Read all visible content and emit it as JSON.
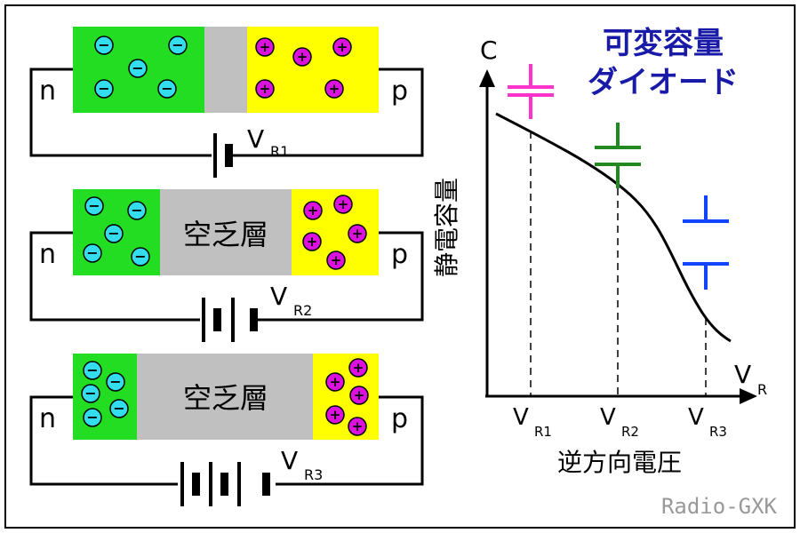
{
  "title": {
    "line1": "可変容量",
    "line2": "ダイオード",
    "color": "#1a1aa8"
  },
  "colors": {
    "n_region": "#22dd22",
    "p_region": "#ffff00",
    "depletion": "#c0c0c0",
    "electron": "#33ddee",
    "hole": "#dd11dd",
    "cap1": "#ff33cc",
    "cap2": "#228822",
    "cap3": "#1144ff",
    "credit": "#999999"
  },
  "junctions": [
    {
      "n_label": "n",
      "p_label": "p",
      "depletion_label": "",
      "v_main": "V",
      "v_sub": "R1",
      "battery_cells": 1
    },
    {
      "n_label": "n",
      "p_label": "p",
      "depletion_label": "空乏層",
      "v_main": "V",
      "v_sub": "R2",
      "battery_cells": 2
    },
    {
      "n_label": "n",
      "p_label": "p",
      "depletion_label": "空乏層",
      "v_main": "V",
      "v_sub": "R3",
      "battery_cells": 3
    }
  ],
  "charges": {
    "electron_symbol": "−",
    "hole_symbol": "+"
  },
  "graph": {
    "y_axis_symbol": "C",
    "y_axis_label": "静電容量",
    "x_axis_main": "V",
    "x_axis_sub": "R",
    "x_axis_label": "逆方向電圧",
    "ticks": [
      {
        "main": "V",
        "sub": "R1"
      },
      {
        "main": "V",
        "sub": "R2"
      },
      {
        "main": "V",
        "sub": "R3"
      }
    ]
  },
  "credit": "Radio-GXK"
}
